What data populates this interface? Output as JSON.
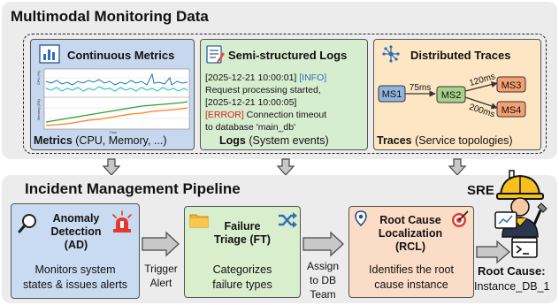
{
  "monitoring": {
    "title": "Multimodal Monitoring Data",
    "metrics": {
      "title": "Continuous Metrics",
      "caption_bold": "Metrics",
      "caption_rest": " (CPU, Memory, ...)",
      "chart_top_axis": "CPU (%)",
      "chart_bottom_axis": "Memory (GB)",
      "chart_xlabel": "Time"
    },
    "logs": {
      "title": "Semi-structured Logs",
      "line1_ts": "[2025-12-21 10:00:01]",
      "line1_level": "[INFO]",
      "line2": "Request processing started,",
      "line3_ts": "[2025-12-21 10:00:05]",
      "line4_level": "[ERROR]",
      "line4_rest": " Connection timeout",
      "line5": "to database 'main_db'",
      "caption_bold": "Logs",
      "caption_rest": " (System events)"
    },
    "traces": {
      "title": "Distributed Traces",
      "nodes": [
        "MS1",
        "MS2",
        "MS3",
        "MS4"
      ],
      "edges": [
        "75ms",
        "120ms",
        "200ms"
      ],
      "caption_bold": "Traces",
      "caption_rest": " (Service topologies)"
    }
  },
  "pipeline": {
    "title": "Incident Management Pipeline",
    "sre": "SRE",
    "ad": {
      "title_l1": "Anomaly",
      "title_l2": "Detection",
      "title_l3": "(AD)",
      "desc_l1": "Monitors system",
      "desc_l2": "states & issues alerts"
    },
    "ft": {
      "title_l1": "Failure",
      "title_l2": "Triage (FT)",
      "desc_l1": "Categorizes",
      "desc_l2": "failure types"
    },
    "rcl": {
      "title_l1": "Root Cause",
      "title_l2": "Localization",
      "title_l3": "(RCL)",
      "desc_l1": "Identifies the root",
      "desc_l2": "cause instance"
    },
    "arrow1": {
      "l1": "Trigger",
      "l2": "Alert"
    },
    "arrow2": {
      "l1": "Assign",
      "l2": "to DB",
      "l3": "Team"
    },
    "result": {
      "title": "Root Cause:",
      "value": "Instance_DB_1"
    }
  },
  "colors": {
    "panel": "#ececec",
    "metrics_bg": "#c6d7ee",
    "logs_bg": "#d7edcf",
    "traces_bg": "#fde6c4",
    "ad_bg": "#c9dbf0",
    "ft_bg": "#d9eecd",
    "rcl_bg": "#fbdcc6",
    "node_blue": "#8fb4e0",
    "node_green": "#a7d08c",
    "node_orange": "#f4a072",
    "error_red": "#d91e18",
    "info_blue": "#2f6db5"
  }
}
